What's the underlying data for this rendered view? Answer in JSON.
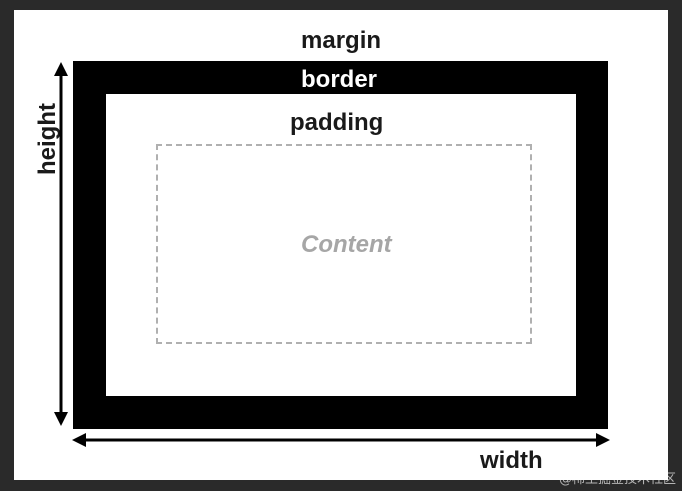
{
  "labels": {
    "margin": "margin",
    "border": "border",
    "padding": "padding",
    "content": "Content",
    "height": "height",
    "width": "width"
  },
  "watermark": "@稀土掘金技术社区",
  "colors": {
    "border_fill": "#000000",
    "content_text": "#a6a6a6",
    "content_dash": "#b0b0b0",
    "background": "#ffffff"
  }
}
